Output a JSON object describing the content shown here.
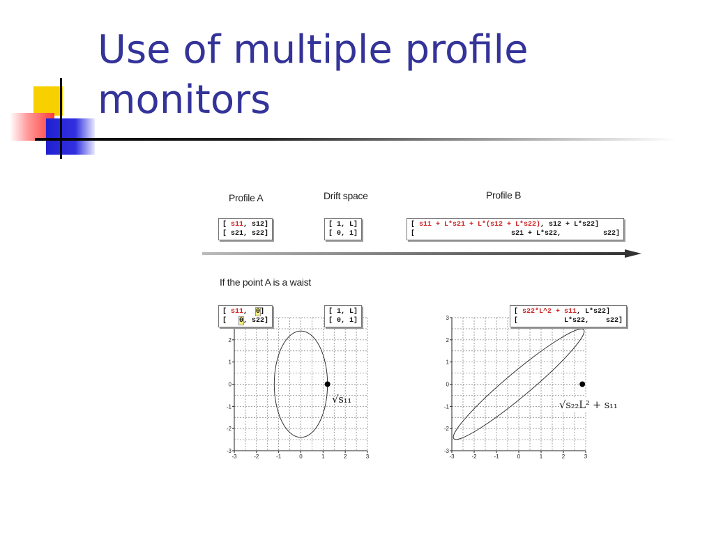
{
  "slide": {
    "title_lines": [
      "Use of multiple profile",
      "monitors"
    ]
  },
  "diagram": {
    "labels": {
      "profile_a": "Profile A",
      "drift_space": "Drift space",
      "profile_b": "Profile B",
      "waist_note": "If the point A is a waist"
    },
    "matrices": {
      "profile_a": {
        "row1": [
          "[ ",
          "s11",
          ", s12]"
        ],
        "row2": "[ s21, s22]"
      },
      "drift": {
        "row1": "[ 1, L]",
        "row2": "[ 0, 1]"
      },
      "profile_b": {
        "row1": [
          "[ ",
          "s11 + L*s21 + L*(s12 + L*s22)",
          ", s12 + L*s22]"
        ],
        "row2": "[                       s21 + L*s22,          s22]"
      },
      "waist_a": {
        "row1": [
          "[ ",
          "s11",
          ",  ",
          "0",
          "]"
        ],
        "row2": [
          "[   ",
          "0",
          ", s22]"
        ]
      },
      "waist_drift": {
        "row1": "[ 1, L]",
        "row2": "[ 0, 1]"
      },
      "waist_b": {
        "row1": [
          "[ ",
          "s22*L^2 + s11",
          ", L*s22]"
        ],
        "row2": "[           L*s22,    s22]"
      }
    },
    "formulas": {
      "left": "√s₁₁",
      "right": "√s₂₂L² + s₁₁"
    },
    "colors": {
      "title": "#333399",
      "highlight_red": "#cc2222",
      "highlight_yellow": "#f5f07a"
    }
  },
  "chart_data": [
    {
      "type": "scatter",
      "xticks": [
        "-3",
        "-2",
        "-1",
        "0",
        "1",
        "2",
        "3"
      ],
      "yticks": [
        "-3",
        "-2",
        "-1",
        "0",
        "1",
        "2"
      ],
      "xlim": [
        -3,
        3
      ],
      "ylim": [
        -3,
        3
      ],
      "grid": true,
      "ellipse": {
        "cx": 0,
        "cy": 0,
        "rx": 1.2,
        "ry": 2.4,
        "angle_deg": 0
      },
      "marker": {
        "x": 1.2,
        "y": 0
      }
    },
    {
      "type": "scatter",
      "xticks": [
        "-3",
        "-2",
        "-1",
        "0",
        "1",
        "2",
        "3"
      ],
      "yticks": [
        "-3",
        "-2",
        "-1",
        "0",
        "1",
        "2",
        "3"
      ],
      "xlim": [
        -3,
        3
      ],
      "ylim": [
        -3,
        3
      ],
      "grid": true,
      "ellipse": {
        "cx": 0,
        "cy": 0,
        "rx": 3.8,
        "ry": 0.55,
        "angle_deg": 40
      },
      "marker": {
        "x": 2.85,
        "y": 0
      }
    }
  ]
}
